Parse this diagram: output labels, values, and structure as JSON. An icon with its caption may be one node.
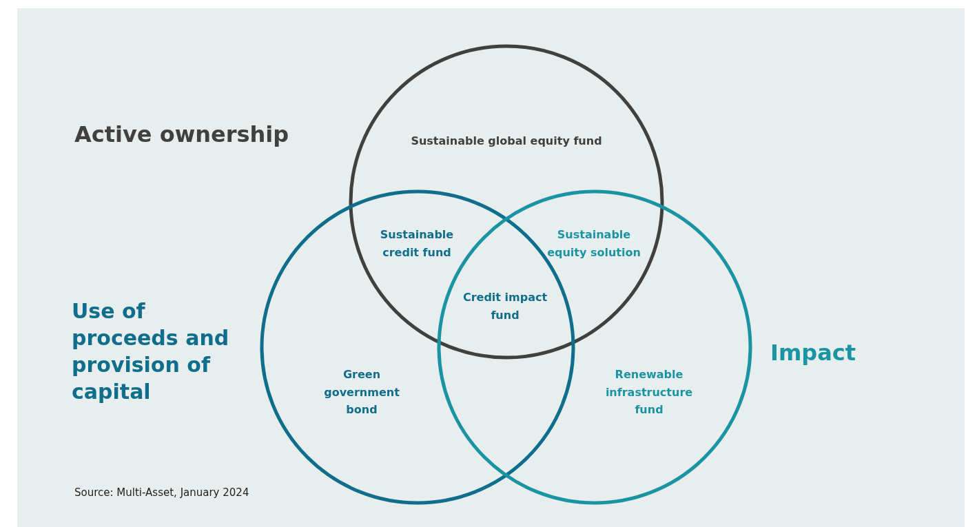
{
  "diagram": {
    "caption": "Source: Multi-Asset, January 2024",
    "nodes": [
      {
        "text": [
          "Active ownership"
        ]
      },
      {
        "text": [
          "Use of proceeds and provision of capital"
        ]
      },
      {
        "text": [
          "Impact"
        ]
      }
    ],
    "edges": [],
    "labels": [
      "Sustainable global equity fund",
      "Sustainable credit fund",
      "Sustainable equity solution",
      "Credit impact fund",
      "Green government bond",
      "Renewable infrastructure fund"
    ]
  }
}
